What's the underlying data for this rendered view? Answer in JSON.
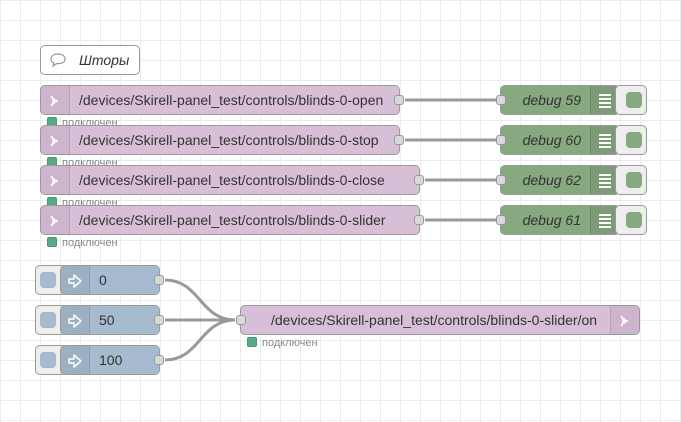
{
  "comment": {
    "label": "Шторы",
    "icon": "comment-icon"
  },
  "mqtt_in_nodes": [
    {
      "topic": "/devices/Skirell-panel_test/controls/blinds-0-open",
      "status": "подключен"
    },
    {
      "topic": "/devices/Skirell-panel_test/controls/blinds-0-stop",
      "status": "подключен"
    },
    {
      "topic": "/devices/Skirell-panel_test/controls/blinds-0-close",
      "status": "подключен"
    },
    {
      "topic": "/devices/Skirell-panel_test/controls/blinds-0-slider",
      "status": "подключен"
    }
  ],
  "debug_nodes": [
    {
      "label": "debug 59"
    },
    {
      "label": "debug 60"
    },
    {
      "label": "debug 62"
    },
    {
      "label": "debug 61"
    }
  ],
  "inject_nodes": [
    {
      "label": "0"
    },
    {
      "label": "50"
    },
    {
      "label": "100"
    }
  ],
  "mqtt_out_node": {
    "topic": "/devices/Skirell-panel_test/controls/blinds-0-slider/on",
    "status": "подключен"
  },
  "colors": {
    "mqtt": "#d8bfd8",
    "debug": "#87a980",
    "inject": "#a6bbcf",
    "wire": "#999999",
    "status_connected": "#55aa88"
  }
}
